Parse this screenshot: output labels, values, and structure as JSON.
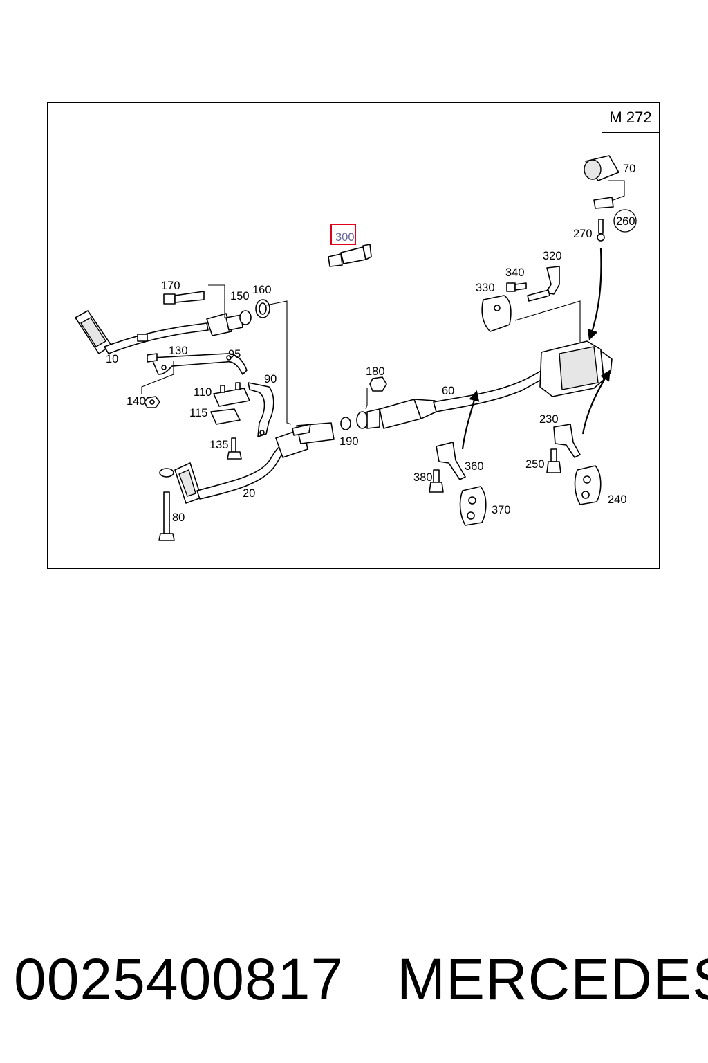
{
  "diagram": {
    "engine_code": "M 272",
    "highlighted_part": "300",
    "callouts": {
      "p10": "10",
      "p20": "20",
      "p60": "60",
      "p70": "70",
      "p80": "80",
      "p90": "90",
      "p95": "95",
      "p110": "110",
      "p115": "115",
      "p130": "130",
      "p135": "135",
      "p140": "140",
      "p150": "150",
      "p160": "160",
      "p170": "170",
      "p180": "180",
      "p190": "190",
      "p230": "230",
      "p240": "240",
      "p250": "250",
      "p260": "260",
      "p270": "270",
      "p300": "300",
      "p320": "320",
      "p330": "330",
      "p340": "340",
      "p360": "360",
      "p370": "370",
      "p380": "380"
    }
  },
  "caption": {
    "part_number": "0025400817",
    "brand": "MERCEDES"
  }
}
